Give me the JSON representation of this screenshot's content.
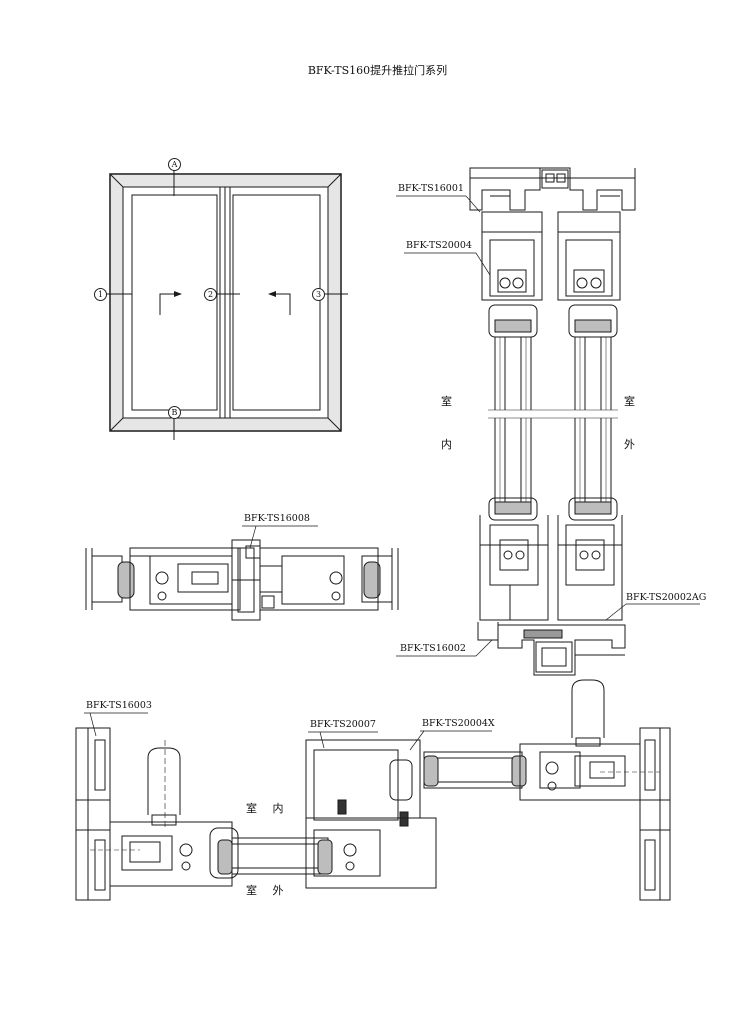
{
  "title": "BFK-TS160提升推拉门系列",
  "elevation": {
    "markers": {
      "top": "A",
      "bottom": "B",
      "left": "1",
      "middle": "2",
      "right": "3"
    }
  },
  "labels": {
    "ts16001": "BFK-TS16001",
    "ts20004": "BFK-TS20004",
    "ts16008": "BFK-TS16008",
    "ts20002ag": "BFK-TS20002AG",
    "ts16002": "BFK-TS16002",
    "ts16003": "BFK-TS16003",
    "ts20007": "BFK-TS20007",
    "ts20004x": "BFK-TS20004X"
  },
  "sides": {
    "v_indoor_1": "室",
    "v_indoor_2": "内",
    "v_outdoor_1": "室",
    "v_outdoor_2": "外",
    "h_indoor": "室 内",
    "h_outdoor": "室 外"
  },
  "colors": {
    "line": "#1a1a1a",
    "glass": "#bdbdbd",
    "frame": "#d4d4d4"
  }
}
